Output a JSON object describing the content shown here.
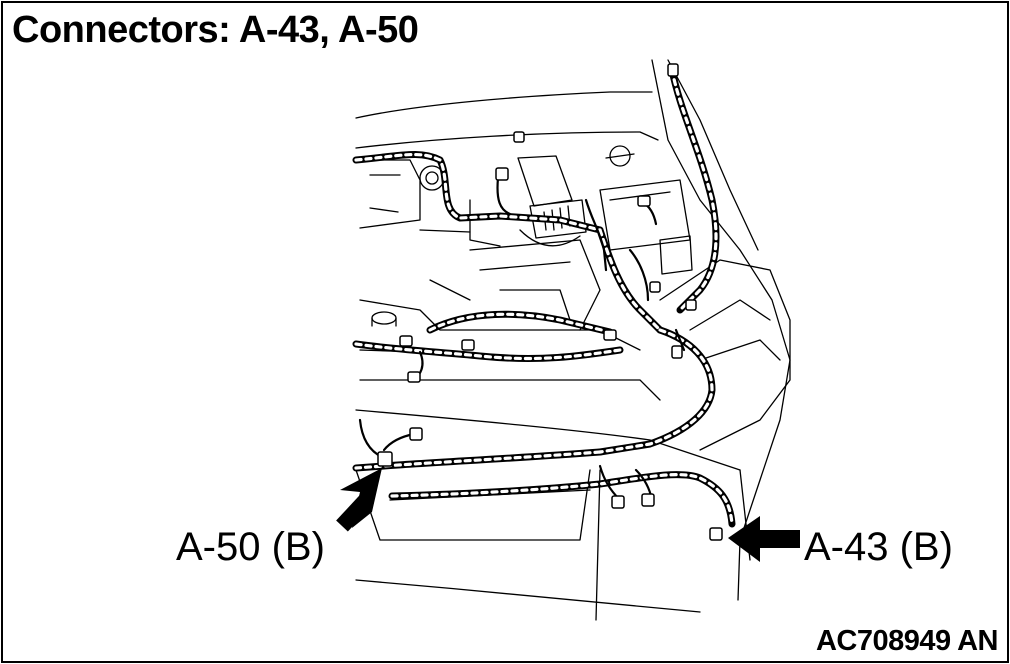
{
  "title": "Connectors: A-43, A-50",
  "callouts": {
    "a50": "A-50 (B)",
    "a43": "A-43 (B)"
  },
  "figure_id": "AC708949 AN",
  "colors": {
    "line": "#000000",
    "background": "#ffffff",
    "harness_fill": "#ffffff"
  }
}
